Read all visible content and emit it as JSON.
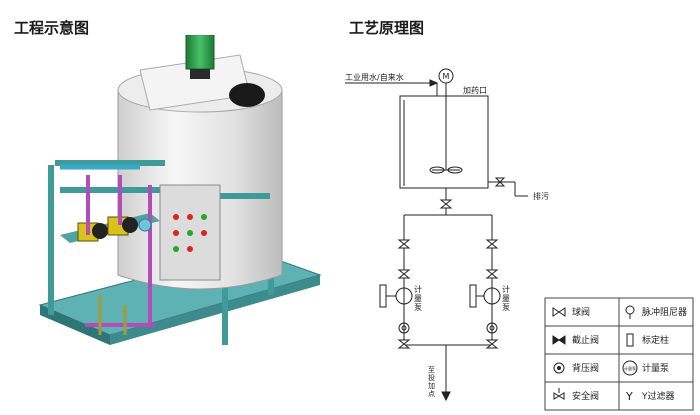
{
  "left_panel": {
    "title": "工程示意图"
  },
  "right_panel": {
    "title": "工艺原理图",
    "labels": {
      "water_inlet": "工业用水/自来水",
      "motor": "M",
      "dosing_port": "加药口",
      "drain": "排污",
      "pump_left": [
        "计",
        "量",
        "泵"
      ],
      "pump_right": [
        "计",
        "量",
        "泵"
      ],
      "outlet_vertical": [
        "至",
        "投",
        "加",
        "点"
      ]
    }
  },
  "legend": {
    "items": [
      {
        "symbol": "ball-valve",
        "label": "球阀"
      },
      {
        "symbol": "pulse-damper",
        "label": "脉冲阻尼器"
      },
      {
        "symbol": "stop-valve",
        "label": "截止阀"
      },
      {
        "symbol": "calibration-column",
        "label": "标定柱"
      },
      {
        "symbol": "back-pressure-valve",
        "label": "背压阀"
      },
      {
        "symbol": "metering-pump",
        "label": "计量泵",
        "symbol_text": "计量泵"
      },
      {
        "symbol": "safety-valve",
        "label": "安全阀"
      },
      {
        "symbol": "y-strainer",
        "label": "Y过滤器",
        "symbol_text": "Y"
      }
    ]
  },
  "colors": {
    "tank": "#e9e9e9",
    "frame": "#3f9a9a",
    "pipe_purple": "#b24db8",
    "motor_green": "#2e9b4a",
    "panel": "#dcdcdc",
    "pump_yellow": "#d9c21a"
  }
}
